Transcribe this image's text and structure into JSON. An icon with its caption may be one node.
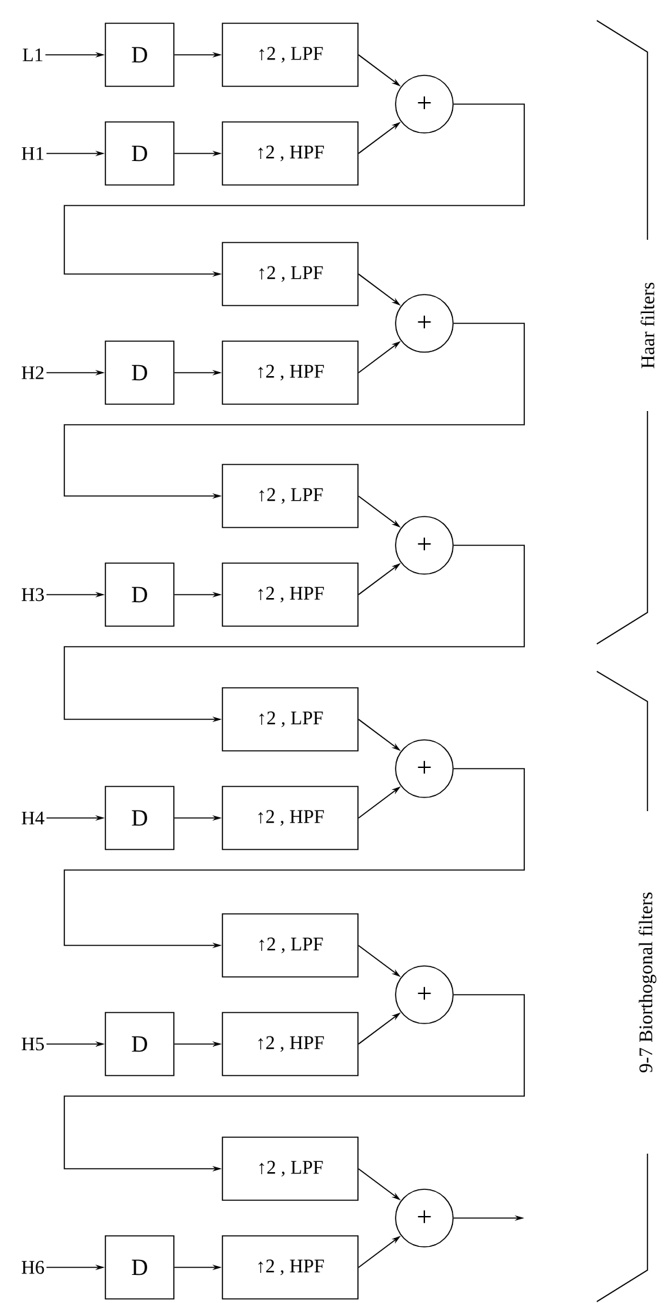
{
  "diagram": {
    "nodes": [
      {
        "text": [
          "L1"
        ]
      },
      {
        "text": [
          "D"
        ]
      },
      {
        "text": [
          "↑2 , LPF"
        ]
      },
      {
        "text": [
          "H1"
        ]
      },
      {
        "text": [
          "D"
        ]
      },
      {
        "text": [
          "↑2 , HPF"
        ]
      },
      {
        "text": [
          "+"
        ]
      },
      {
        "text": [
          "↑2 , LPF"
        ]
      },
      {
        "text": [
          "H2"
        ]
      },
      {
        "text": [
          "D"
        ]
      },
      {
        "text": [
          "↑2 , HPF"
        ]
      },
      {
        "text": [
          "+"
        ]
      },
      {
        "text": [
          "↑2 , LPF"
        ]
      },
      {
        "text": [
          "H3"
        ]
      },
      {
        "text": [
          "D"
        ]
      },
      {
        "text": [
          "↑2 , HPF"
        ]
      },
      {
        "text": [
          "+"
        ]
      },
      {
        "text": [
          "↑2 , LPF"
        ]
      },
      {
        "text": [
          "H4"
        ]
      },
      {
        "text": [
          "D"
        ]
      },
      {
        "text": [
          "↑2 , HPF"
        ]
      },
      {
        "text": [
          "+"
        ]
      },
      {
        "text": [
          "↑2 , LPF"
        ]
      },
      {
        "text": [
          "H5"
        ]
      },
      {
        "text": [
          "D"
        ]
      },
      {
        "text": [
          "↑2 , HPF"
        ]
      },
      {
        "text": [
          "+"
        ]
      },
      {
        "text": [
          "↑2 , LPF"
        ]
      },
      {
        "text": [
          "H6"
        ]
      },
      {
        "text": [
          "D"
        ]
      },
      {
        "text": [
          "↑2 , HPF"
        ]
      },
      {
        "text": [
          "+"
        ]
      }
    ],
    "edges": [
      {
        "from": 0,
        "to": 1,
        "arrow": "to"
      },
      {
        "from": 1,
        "to": 2,
        "arrow": "to"
      },
      {
        "from": 3,
        "to": 4,
        "arrow": "to"
      },
      {
        "from": 4,
        "to": 5,
        "arrow": "to"
      },
      {
        "from": 2,
        "to": 6,
        "arrow": "to"
      },
      {
        "from": 5,
        "to": 6,
        "arrow": "to"
      },
      {
        "from": 6,
        "to": 7,
        "arrow": "to"
      },
      {
        "from": 8,
        "to": 9,
        "arrow": "to"
      },
      {
        "from": 9,
        "to": 10,
        "arrow": "to"
      },
      {
        "from": 7,
        "to": 11,
        "arrow": "to"
      },
      {
        "from": 10,
        "to": 11,
        "arrow": "to"
      },
      {
        "from": 11,
        "to": 12,
        "arrow": "to"
      },
      {
        "from": 13,
        "to": 14,
        "arrow": "to"
      },
      {
        "from": 14,
        "to": 15,
        "arrow": "to"
      },
      {
        "from": 12,
        "to": 16,
        "arrow": "to"
      },
      {
        "from": 15,
        "to": 16,
        "arrow": "to"
      },
      {
        "from": 16,
        "to": 17,
        "arrow": "to"
      },
      {
        "from": 18,
        "to": 19,
        "arrow": "to"
      },
      {
        "from": 19,
        "to": 20,
        "arrow": "to"
      },
      {
        "from": 17,
        "to": 21,
        "arrow": "to"
      },
      {
        "from": 20,
        "to": 21,
        "arrow": "to"
      },
      {
        "from": 21,
        "to": 22,
        "arrow": "to"
      },
      {
        "from": 23,
        "to": 24,
        "arrow": "to"
      },
      {
        "from": 24,
        "to": 25,
        "arrow": "to"
      },
      {
        "from": 22,
        "to": 26,
        "arrow": "to"
      },
      {
        "from": 25,
        "to": 26,
        "arrow": "to"
      },
      {
        "from": 26,
        "to": 27,
        "arrow": "to"
      },
      {
        "from": 28,
        "to": 29,
        "arrow": "to"
      },
      {
        "from": 29,
        "to": 30,
        "arrow": "to"
      },
      {
        "from": 27,
        "to": 31,
        "arrow": "to"
      },
      {
        "from": 30,
        "to": 31,
        "arrow": "to"
      },
      {
        "from": 31,
        "to": null,
        "arrow": "to"
      }
    ],
    "labels": [
      "Haar filters",
      "9-7 Biorthogonal filters"
    ]
  }
}
